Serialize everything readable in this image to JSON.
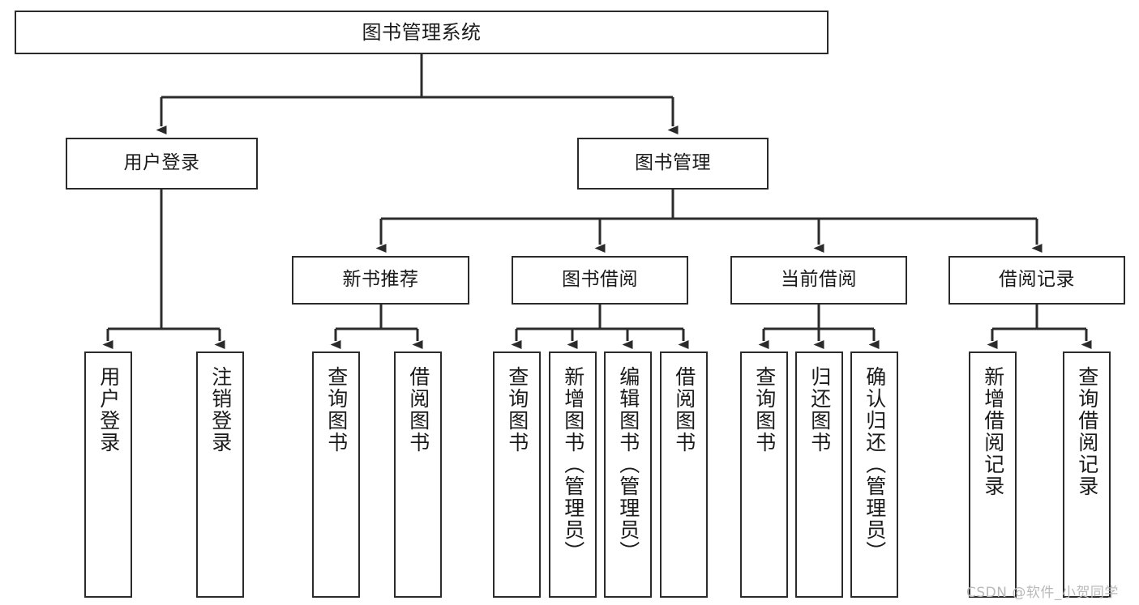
{
  "diagram": {
    "title": "图书管理系统",
    "type": "tree-hierarchy",
    "levels": {
      "root": {
        "label": "图书管理系统"
      },
      "level2": [
        {
          "label": "用户登录"
        },
        {
          "label": "图书管理"
        }
      ],
      "level3": [
        {
          "label": "新书推荐"
        },
        {
          "label": "图书借阅"
        },
        {
          "label": "当前借阅"
        },
        {
          "label": "借阅记录"
        }
      ]
    },
    "leaves": {
      "user_login": [
        {
          "label": "用户登录"
        },
        {
          "label": "注销登录"
        }
      ],
      "new_book_recommend": [
        {
          "label": "查询图书"
        },
        {
          "label": "借阅图书"
        }
      ],
      "book_borrow": [
        {
          "label": "查询图书"
        },
        {
          "label": "新增图书（管理员）"
        },
        {
          "label": "编辑图书（管理员）"
        },
        {
          "label": "借阅图书"
        }
      ],
      "current_borrow": [
        {
          "label": "查询图书"
        },
        {
          "label": "归还图书"
        },
        {
          "label": "确认归还（管理员）"
        }
      ],
      "borrow_record": [
        {
          "label": "新增借阅记录"
        },
        {
          "label": "查询借阅记录"
        }
      ]
    },
    "colors": {
      "stroke": "#2b2b2b",
      "fill": "#ffffff",
      "text": "#1a1a1a",
      "watermark": "#b9b9b9"
    }
  },
  "watermark": {
    "text": "CSDN @软件_小贺同学"
  }
}
